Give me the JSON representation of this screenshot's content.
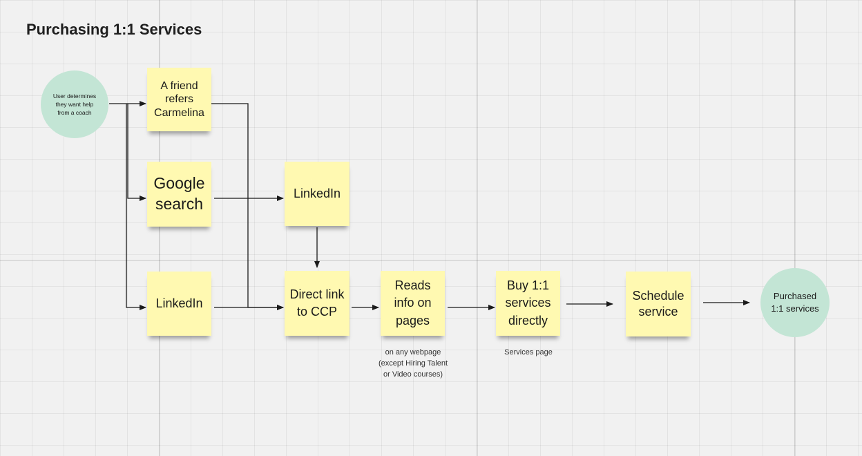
{
  "board": {
    "title": "Purchasing 1:1 Services",
    "start": "User determines they want help from a coach",
    "notes": {
      "friend_refers": "A friend refers Carmelina",
      "google_search": "Google search",
      "linkedin_source": "LinkedIn",
      "linkedin_mid": "LinkedIn",
      "direct_link": "Direct link to CCP",
      "reads_info": "Reads info on pages",
      "buy_services": "Buy 1:1 services directly",
      "schedule": "Schedule service"
    },
    "end": "Purchased 1:1 services",
    "captions": {
      "reads_info": "on any webpage\n(except Hiring Talent\nor Video courses)",
      "buy_services": "Services page"
    },
    "colors": {
      "sticky": "#fff9b1",
      "circle": "#c3e5d5",
      "background": "#f1f1f1",
      "connector": "#1a1a1a"
    }
  }
}
